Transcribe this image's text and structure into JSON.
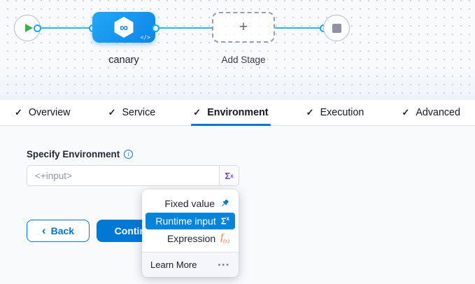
{
  "canvas": {
    "stage_label": "canary",
    "add_stage_label": "Add Stage",
    "plus_glyph": "+",
    "infinity_glyph": "∞",
    "code_badge": "</>"
  },
  "tabs": [
    {
      "check": "✓",
      "label": "Overview",
      "active": false
    },
    {
      "check": "✓",
      "label": "Service",
      "active": false
    },
    {
      "check": "✓",
      "label": "Environment",
      "active": true
    },
    {
      "check": "✓",
      "label": "Execution",
      "active": false
    },
    {
      "check": "✓",
      "label": "Advanced",
      "active": false
    }
  ],
  "form": {
    "label": "Specify Environment",
    "info_glyph": "i",
    "input_value": "<+input>",
    "type_button": {
      "sigma": "Σ",
      "sup": "x"
    }
  },
  "actions": {
    "back_chevron": "‹",
    "back_label": "Back",
    "continue_label": "Continue"
  },
  "dropdown": {
    "items": [
      {
        "label": "Fixed value",
        "icon": "pin-icon",
        "selected": false
      },
      {
        "label": "Runtime input",
        "icon": "sigma-icon",
        "selected": true
      },
      {
        "label": "Expression",
        "icon": "fx-icon",
        "selected": false
      }
    ],
    "sigma": "Σ",
    "sigma_sup": "x",
    "fx_f": "f",
    "fx_sub": "(x)",
    "footer_label": "Learn More",
    "footer_dots": "•••"
  },
  "colors": {
    "primary": "#0278d5",
    "selected_item": "#0283dc",
    "connector_line": "#2bb3f2",
    "stage_node_blue": "#1499f2",
    "sigma_purple": "#6b44c8",
    "expression_orange": "#ff7020",
    "play_green": "#3eb048",
    "stop_gray": "#8f91a6"
  }
}
